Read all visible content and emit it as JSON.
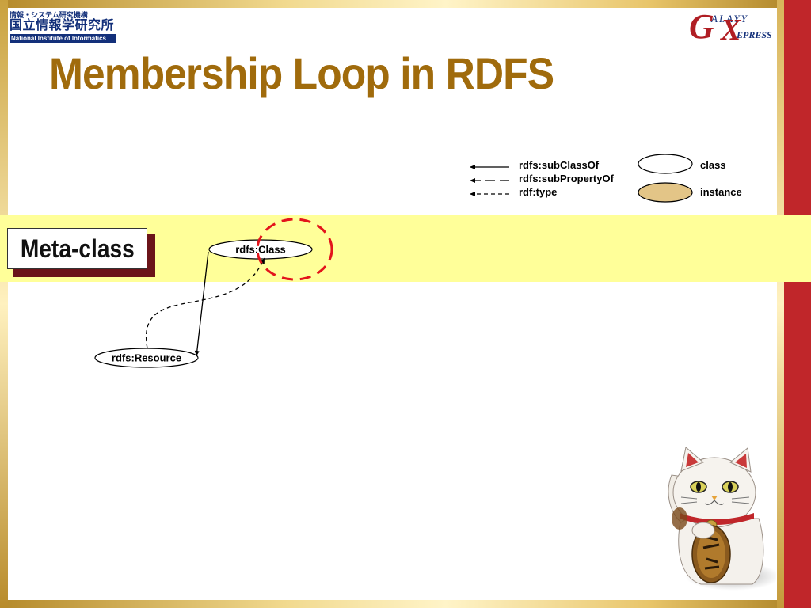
{
  "slide": {
    "title": "Membership Loop in RDFS",
    "band_label": "Meta-class"
  },
  "logos": {
    "nii_top": "情報・システム研究機構",
    "nii_main": "国立情報学研究所",
    "nii_english": "National Institute of Informatics",
    "galaxy_g": "G",
    "galaxy_alay": "ALAY",
    "galaxy_y": "Y",
    "galaxy_x": "X",
    "galaxy_e": "E",
    "galaxy_press": "PRESS"
  },
  "legend": {
    "edges": [
      {
        "label": "rdfs:subClassOf",
        "style": "solid"
      },
      {
        "label": "rdfs:subPropertyOf",
        "style": "long-dash"
      },
      {
        "label": "rdf:type",
        "style": "short-dash"
      }
    ],
    "shapes": [
      {
        "label": "class",
        "fill": "#ffffff"
      },
      {
        "label": "instance",
        "fill": "#e3c587"
      }
    ]
  },
  "nodes": {
    "class": {
      "label": "rdfs:Class"
    },
    "resource": {
      "label": "rdfs:Resource"
    }
  },
  "colors": {
    "title": "#a06b0c",
    "band": "#ffff99",
    "highlight": "#e3141b",
    "accent_red": "#c0262a",
    "instance_fill": "#e3c587"
  }
}
